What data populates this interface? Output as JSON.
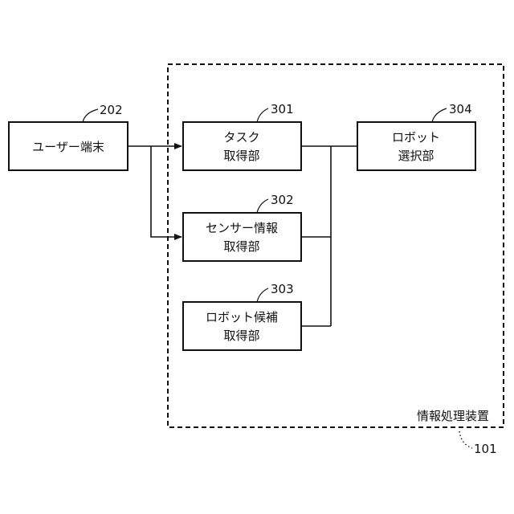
{
  "device": {
    "label": "情報処理装置",
    "ref": "101"
  },
  "user_terminal": {
    "label": "ユーザー端末",
    "ref": "202"
  },
  "task_acquisition": {
    "line1": "タスク",
    "line2": "取得部",
    "ref": "301"
  },
  "sensor_acquisition": {
    "line1": "センサー情報",
    "line2": "取得部",
    "ref": "302"
  },
  "robot_candidate_acquisition": {
    "line1": "ロボット候補",
    "line2": "取得部",
    "ref": "303"
  },
  "robot_selection": {
    "line1": "ロボット",
    "line2": "選択部",
    "ref": "304"
  }
}
